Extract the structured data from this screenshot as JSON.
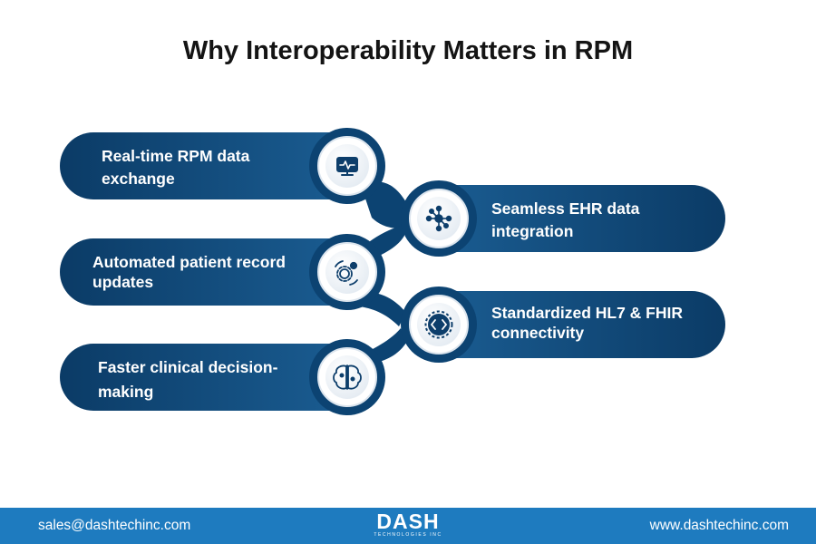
{
  "title": "Why Interoperability Matters in RPM",
  "items": [
    {
      "line1": "Real-time RPM data",
      "line2": "exchange",
      "icon": "monitor-pulse-icon"
    },
    {
      "line1": "Seamless EHR data",
      "line2": "integration",
      "icon": "network-hub-icon"
    },
    {
      "line1": "Automated patient record",
      "line2": "updates",
      "icon": "gear-refresh-icon"
    },
    {
      "line1": "Standardized HL7 & FHIR",
      "line2": "connectivity",
      "icon": "chip-code-icon"
    },
    {
      "line1": "Faster clinical decision-",
      "line2": "making",
      "icon": "brain-circuit-icon"
    }
  ],
  "footer": {
    "email": "sales@dashtechinc.com",
    "website": "www.dashtechinc.com",
    "logo_word": "DASH",
    "logo_tagline": "TECHNOLOGIES INC"
  },
  "colors": {
    "pill_dark": "#0a3a64",
    "pill_light": "#1a5c91",
    "connector": "#0c4372",
    "footer": "#1e7bbf",
    "icon": "#0d3e6b"
  }
}
